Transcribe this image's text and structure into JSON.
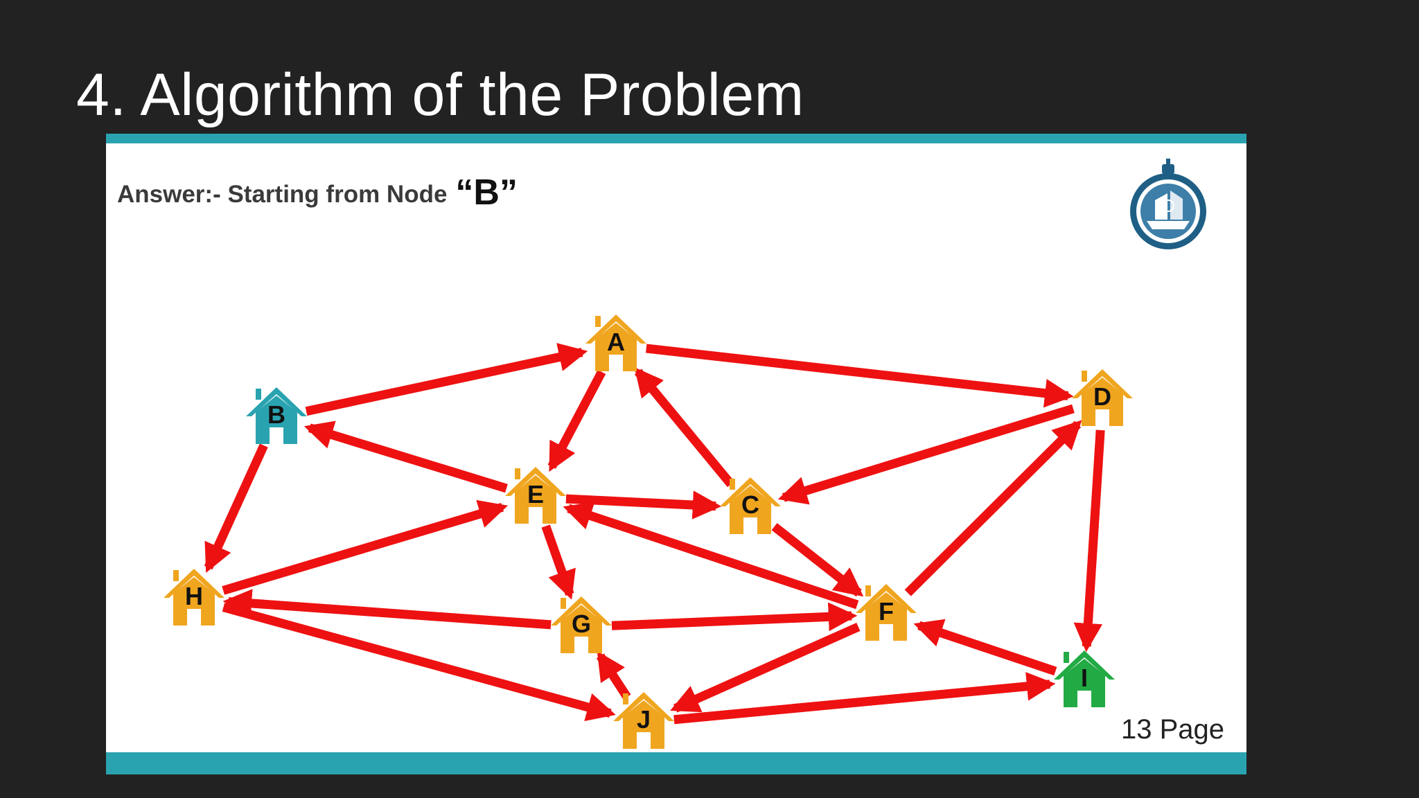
{
  "slide": {
    "title": "4. Algorithm of the Problem"
  },
  "panel": {
    "answer_prefix": "Answer:- Starting from Node",
    "answer_node": "“B”",
    "page_label": "13 Page",
    "logo_icon": "ship-emblem-logo"
  },
  "colors": {
    "background": "#222222",
    "accent_bar": "#2aa3b0",
    "edge": "#ee1111",
    "house_default": "#f0a51f",
    "house_start": "#2aa3b0",
    "house_goal": "#22aa44"
  },
  "graph": {
    "nodes": [
      {
        "id": "A",
        "label": "A",
        "kind": "default"
      },
      {
        "id": "B",
        "label": "B",
        "kind": "start"
      },
      {
        "id": "C",
        "label": "C",
        "kind": "default"
      },
      {
        "id": "D",
        "label": "D",
        "kind": "default"
      },
      {
        "id": "E",
        "label": "E",
        "kind": "default"
      },
      {
        "id": "F",
        "label": "F",
        "kind": "default"
      },
      {
        "id": "G",
        "label": "G",
        "kind": "default"
      },
      {
        "id": "H",
        "label": "H",
        "kind": "default"
      },
      {
        "id": "I",
        "label": "I",
        "kind": "goal"
      },
      {
        "id": "J",
        "label": "J",
        "kind": "default"
      }
    ],
    "edges": [
      {
        "from": "B",
        "to": "A"
      },
      {
        "from": "A",
        "to": "D"
      },
      {
        "from": "A",
        "to": "E"
      },
      {
        "from": "C",
        "to": "A"
      },
      {
        "from": "E",
        "to": "B"
      },
      {
        "from": "B",
        "to": "H"
      },
      {
        "from": "D",
        "to": "C"
      },
      {
        "from": "D",
        "to": "I"
      },
      {
        "from": "E",
        "to": "C"
      },
      {
        "from": "C",
        "to": "F"
      },
      {
        "from": "F",
        "to": "E"
      },
      {
        "from": "F",
        "to": "D"
      },
      {
        "from": "H",
        "to": "E"
      },
      {
        "from": "E",
        "to": "G"
      },
      {
        "from": "G",
        "to": "H"
      },
      {
        "from": "G",
        "to": "F"
      },
      {
        "from": "H",
        "to": "J"
      },
      {
        "from": "J",
        "to": "G"
      },
      {
        "from": "F",
        "to": "J"
      },
      {
        "from": "I",
        "to": "F"
      },
      {
        "from": "J",
        "to": "I"
      }
    ]
  }
}
